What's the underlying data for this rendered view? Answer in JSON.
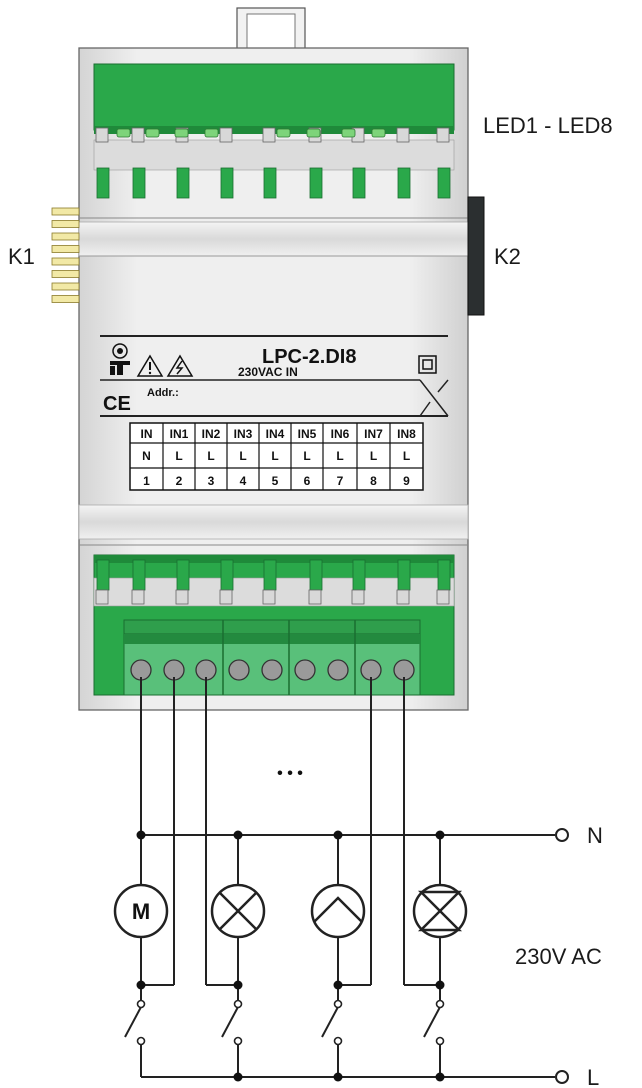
{
  "labels": {
    "leds": "LED1 - LED8",
    "k1": "K1",
    "k2": "K2",
    "neutral": "N",
    "line": "L",
    "voltage": "230V AC",
    "ellipsis": "• • •"
  },
  "module": {
    "model": "LPC-2.DI8",
    "subtitle": "230VAC IN",
    "addr_label": "Addr.:",
    "ce_mark": "CE"
  },
  "table": {
    "header": [
      "IN",
      "IN1",
      "IN2",
      "IN3",
      "IN4",
      "IN5",
      "IN6",
      "IN7",
      "IN8"
    ],
    "row2": [
      "N",
      "L",
      "L",
      "L",
      "L",
      "L",
      "L",
      "L",
      "L"
    ],
    "row3": [
      "1",
      "2",
      "3",
      "4",
      "5",
      "6",
      "7",
      "8",
      "9"
    ]
  },
  "loads": [
    {
      "icon": "motor-icon",
      "text": "M"
    },
    {
      "icon": "lamp-icon",
      "text": ""
    },
    {
      "icon": "fluorescent-lamp-icon",
      "text": ""
    },
    {
      "icon": "heater-icon",
      "text": ""
    }
  ],
  "colors": {
    "terminal_green": "#2aa84a",
    "dark_green": "#1f8a3a",
    "housing": "#e6e6e6",
    "wire": "#222222"
  }
}
